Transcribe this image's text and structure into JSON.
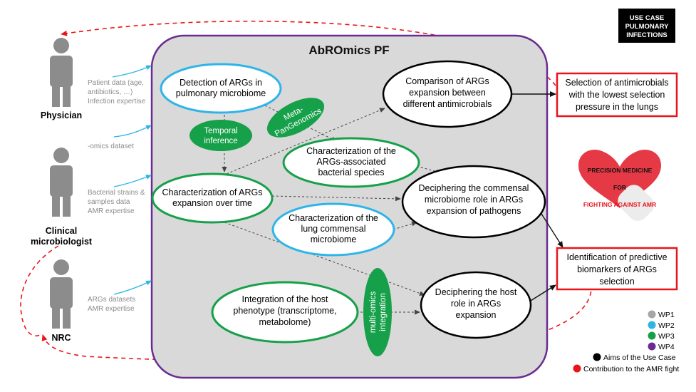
{
  "badge": {
    "line1": "USE CASE",
    "line2": "PULMONARY",
    "line3": "INFECTIONS"
  },
  "platform": {
    "title": "AbROmics PF"
  },
  "actors": {
    "physician": {
      "label": "Physician",
      "inputs": [
        "Patient data (age,",
        "antibiotics, …)",
        "Infection expertise"
      ]
    },
    "microbiologist": {
      "label1": "Clinical",
      "label2": "microbiologist",
      "inputs_a": [
        "-omics dataset"
      ],
      "inputs_b": [
        "Bacterial strains &",
        "samples data",
        "AMR expertise"
      ]
    },
    "nrc": {
      "label": "NRC",
      "inputs": [
        "ARGs datasets",
        "AMR expertise"
      ]
    }
  },
  "nodes": {
    "detection": [
      "Detection of ARGs in",
      "pulmonary microbiome"
    ],
    "char_expansion": [
      "Characterization of ARGs",
      "expansion over time"
    ],
    "char_species": [
      "Characterization of the",
      "ARGs-associated",
      "bacterial species"
    ],
    "char_commensal": [
      "Characterization of the",
      "lung commensal",
      "microbiome"
    ],
    "integration_host": [
      "Integration of the host",
      "phenotype (transcriptome,",
      "metabolome)"
    ],
    "comparison": [
      "Comparison of ARGs",
      "expansion between",
      "different antimicrobials"
    ],
    "decipher_commensal": [
      "Deciphering the commensal",
      "microbiome role in ARGs",
      "expansion of pathogens"
    ],
    "decipher_host": [
      "Deciphering the host",
      "role in ARGs",
      "expansion"
    ]
  },
  "methods": {
    "temporal": [
      "Temporal",
      "inference"
    ],
    "metapan": [
      "Meta-",
      "PanGenomics"
    ],
    "multiomics": [
      "multi-omics",
      "integration"
    ]
  },
  "outcomes": {
    "selection": [
      "Selection of antimicrobials",
      "with the lowest selection",
      "pressure in the lungs"
    ],
    "identification": [
      "Identification of predictive",
      "biomarkers of ARGs",
      "selection"
    ]
  },
  "logo": {
    "line1": "PRECISION MEDICINE",
    "line2": "FOR",
    "line3": "FIGHTING AGAINST AMR"
  },
  "legend": {
    "items": [
      {
        "label": "WP1",
        "color": "#a6a6a6"
      },
      {
        "label": "WP2",
        "color": "#2eb5e8"
      },
      {
        "label": "WP3",
        "color": "#17a04a"
      },
      {
        "label": "WP4",
        "color": "#6a2c91"
      },
      {
        "label": "Aims of the Use Case",
        "color": "#000000"
      },
      {
        "label": "Contribution to the AMR fight",
        "color": "#e8141b"
      }
    ]
  },
  "colors": {
    "wp1_gray": "#a6a6a6",
    "wp2_blue": "#2eb5e8",
    "wp3_green": "#17a04a",
    "wp4_purple": "#6a2c91",
    "aims_black": "#000000",
    "amr_red": "#e8141b",
    "platform_fill": "#d9d9d9"
  }
}
